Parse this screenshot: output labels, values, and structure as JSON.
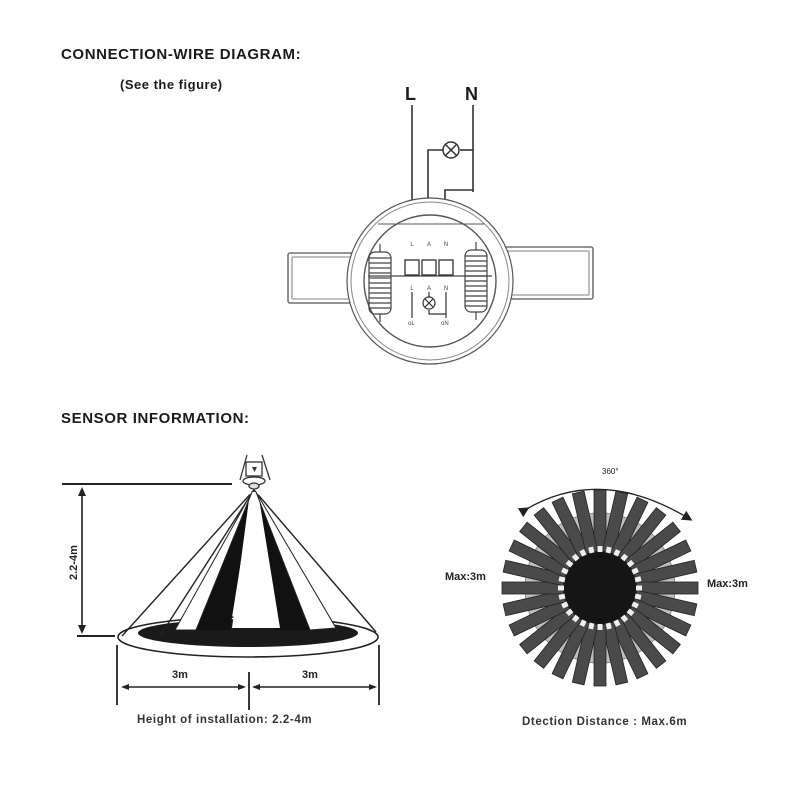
{
  "wiring_section": {
    "title": "CONNECTION-WIRE DIAGRAM:",
    "subtitle": "(See the figure)",
    "terminal_L": "L",
    "terminal_N": "N",
    "block_labels": [
      "L",
      "A",
      "N"
    ],
    "bottom_labels": [
      "L",
      "N"
    ],
    "icons": [
      "lamp-icon",
      "terminal-block-icon",
      "sensor-housing-icon"
    ]
  },
  "sensor_section": {
    "title": "SENSOR INFORMATION:",
    "side_view": {
      "height_label": "2.2-4m",
      "left_radius": "3m",
      "right_radius": "3m",
      "caption": "Height of installation: 2.2-4m"
    },
    "top_view": {
      "angle_label": "360°",
      "left_max": "Max:3m",
      "right_max": "Max:3m",
      "caption": "Dtection Distance : Max.6m"
    }
  }
}
